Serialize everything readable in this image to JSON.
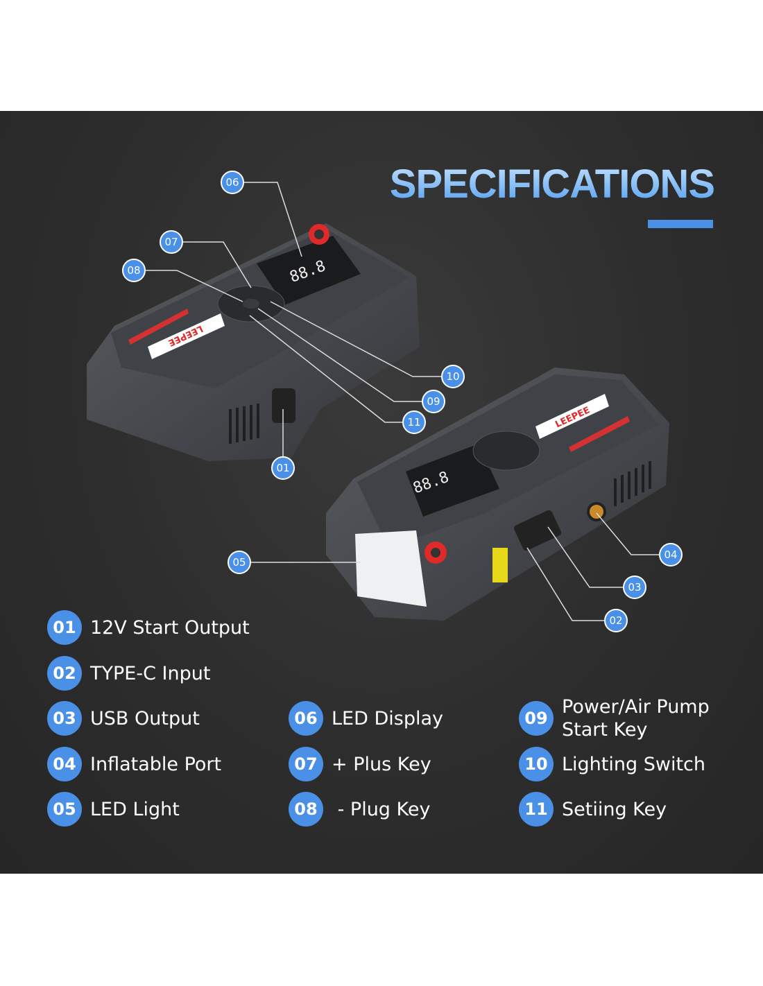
{
  "title": "SPECIFICATIONS",
  "colors": {
    "accent": "#4a90e6",
    "background": "#2e2e2e",
    "terminal": "#e02a2a"
  },
  "brand": "LEEPEE",
  "legend": [
    {
      "num": "01",
      "label": "12V Start Output"
    },
    {
      "num": "02",
      "label": "TYPE-C Input"
    },
    {
      "num": "03",
      "label": "USB Output"
    },
    {
      "num": "04",
      "label": "Inflatable Port"
    },
    {
      "num": "05",
      "label": "LED Light"
    },
    {
      "num": "06",
      "label": "LED Display"
    },
    {
      "num": "07",
      "label": "+ Plus Key"
    },
    {
      "num": "08",
      "label": " - Plug Key"
    },
    {
      "num": "09",
      "label": "Power/Air Pump\nStart Key"
    },
    {
      "num": "10",
      "label": "Lighting Switch"
    },
    {
      "num": "11",
      "label": "Setiing Key"
    }
  ]
}
